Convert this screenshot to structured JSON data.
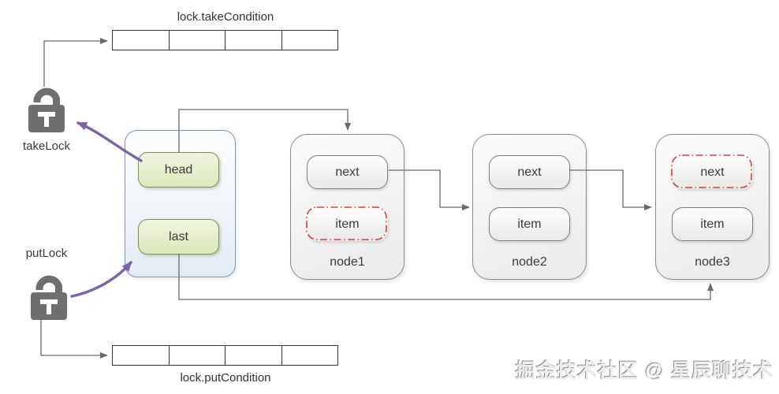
{
  "diagram": {
    "take_condition": {
      "label": "lock.takeCondition",
      "cells": 4
    },
    "put_condition": {
      "label": "lock.putCondition",
      "cells": 4
    },
    "take_lock": {
      "label": "takeLock",
      "letter": "T"
    },
    "put_lock": {
      "label": "putLock",
      "letter": "T"
    },
    "queue_head": {
      "label": "head"
    },
    "queue_last": {
      "label": "last"
    },
    "nodes": [
      {
        "title": "node1",
        "next_label": "next",
        "item_label": "item",
        "next_style": "solid",
        "item_style": "red-dash"
      },
      {
        "title": "node2",
        "next_label": "next",
        "item_label": "item",
        "next_style": "solid",
        "item_style": "solid"
      },
      {
        "title": "node3",
        "next_label": "next",
        "item_label": "item",
        "next_style": "red-dash",
        "item_style": "solid"
      }
    ],
    "connections": [
      {
        "from": "takeLock",
        "to": "lock.takeCondition",
        "style": "gray-elbow-arrow"
      },
      {
        "from": "putLock",
        "to": "lock.putCondition",
        "style": "gray-elbow-arrow"
      },
      {
        "from": "head",
        "to": "node1",
        "style": "gray-elbow-arrow"
      },
      {
        "from": "last",
        "to": "node3",
        "style": "gray-elbow-arrow"
      },
      {
        "from": "node1.next",
        "to": "node2",
        "style": "gray-elbow-arrow"
      },
      {
        "from": "node2.next",
        "to": "node3",
        "style": "gray-elbow-arrow"
      },
      {
        "from": "head",
        "to": "takeLock",
        "style": "purple-curve-arrow"
      },
      {
        "from": "putLock",
        "to": "last",
        "style": "purple-curve-arrow"
      }
    ],
    "watermark": "掘金技术社区 @ 星辰聊技术",
    "colors": {
      "line_gray": "#6a6a6a",
      "purple_accent": "#7a63ab",
      "red_dash": "#df3c3c",
      "lock_gray": "#6f6f6f",
      "green_fill": "#dce8ba",
      "green_border": "#81904c",
      "container_border": "#8298ad"
    }
  }
}
